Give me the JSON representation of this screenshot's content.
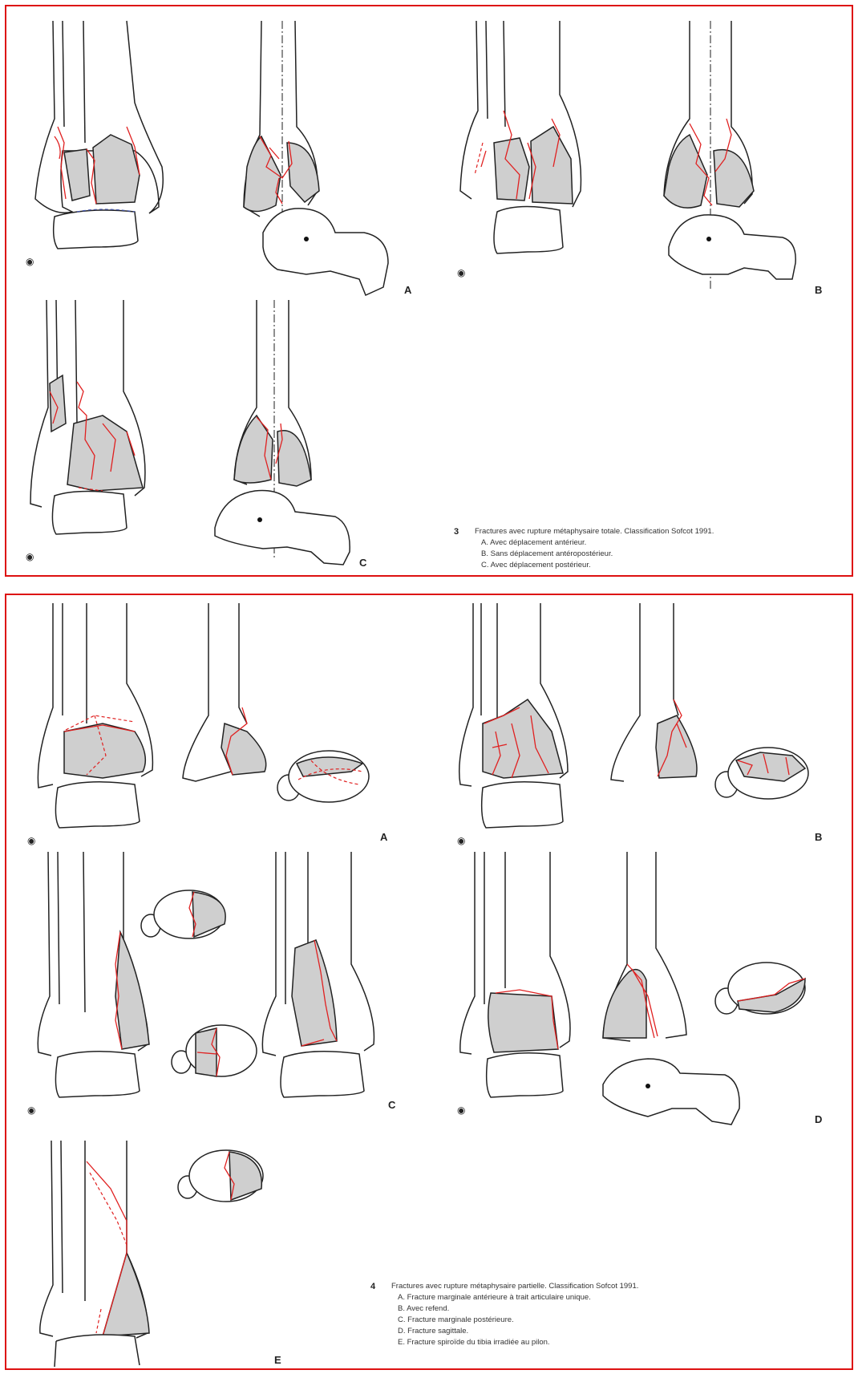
{
  "figure3": {
    "number": "3",
    "title": "Fractures avec rupture métaphysaire totale. Classification Sofcot 1991.",
    "items": [
      "A. Avec déplacement antérieur.",
      "B. Sans déplacement antéropostérieur.",
      "C. Avec déplacement postérieur."
    ],
    "labels": [
      "A",
      "B",
      "C"
    ]
  },
  "figure4": {
    "number": "4",
    "title": "Fractures avec rupture métaphysaire partielle. Classification Sofcot 1991.",
    "items": [
      "A. Fracture marginale antérieure à trait articulaire unique.",
      "B. Avec refend.",
      "C. Fracture marginale postérieure.",
      "D. Fracture sagittale.",
      "E. Fracture spiroïde du tibia irradiée au pilon."
    ],
    "labels": [
      "A",
      "B",
      "C",
      "D",
      "E"
    ]
  },
  "colors": {
    "frame": "#dd1111",
    "fracture_line": "#e02020",
    "fragment_fill": "#cfcfcf"
  },
  "icons": [
    "eye-icon"
  ]
}
